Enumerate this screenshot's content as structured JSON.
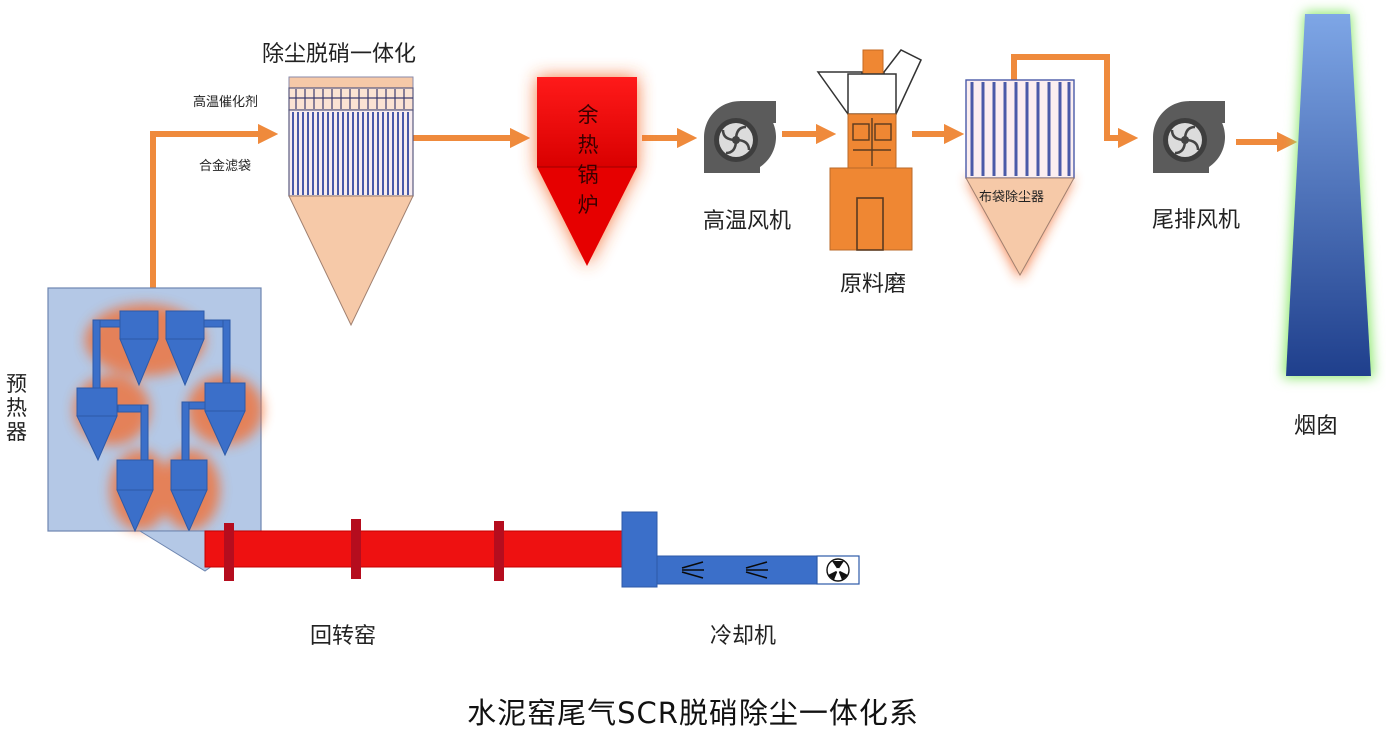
{
  "caption": "水泥窑尾气SCR脱硝除尘一体化系",
  "labels": {
    "integrated_unit": "除尘脱硝一体化",
    "catalyst": "高温催化剂",
    "filter_bags": "合金滤袋",
    "boiler": "余热锅炉",
    "hot_fan": "高温风机",
    "raw_mill": "原料磨",
    "bag_filter": "布袋除尘器",
    "tail_fan": "尾排风机",
    "chimney": "烟囱",
    "preheater": "预热器",
    "rotary_kiln": "回转窑",
    "cooler": "冷却机"
  },
  "icons": {
    "fan": "centrifugal-fan-icon",
    "cooler_fan": "axial-fan-icon"
  },
  "colors": {
    "flow_arrow": "#ef8a3c",
    "hot_equipment": "#ee1111",
    "glow": "#f46a2a",
    "mill": "#ef8733",
    "hopper": "#f6c9a8",
    "blue_equipment": "#3b6fc9",
    "preheater_bg": "#b4c8e6",
    "chimney_glow": "#8ee870"
  }
}
